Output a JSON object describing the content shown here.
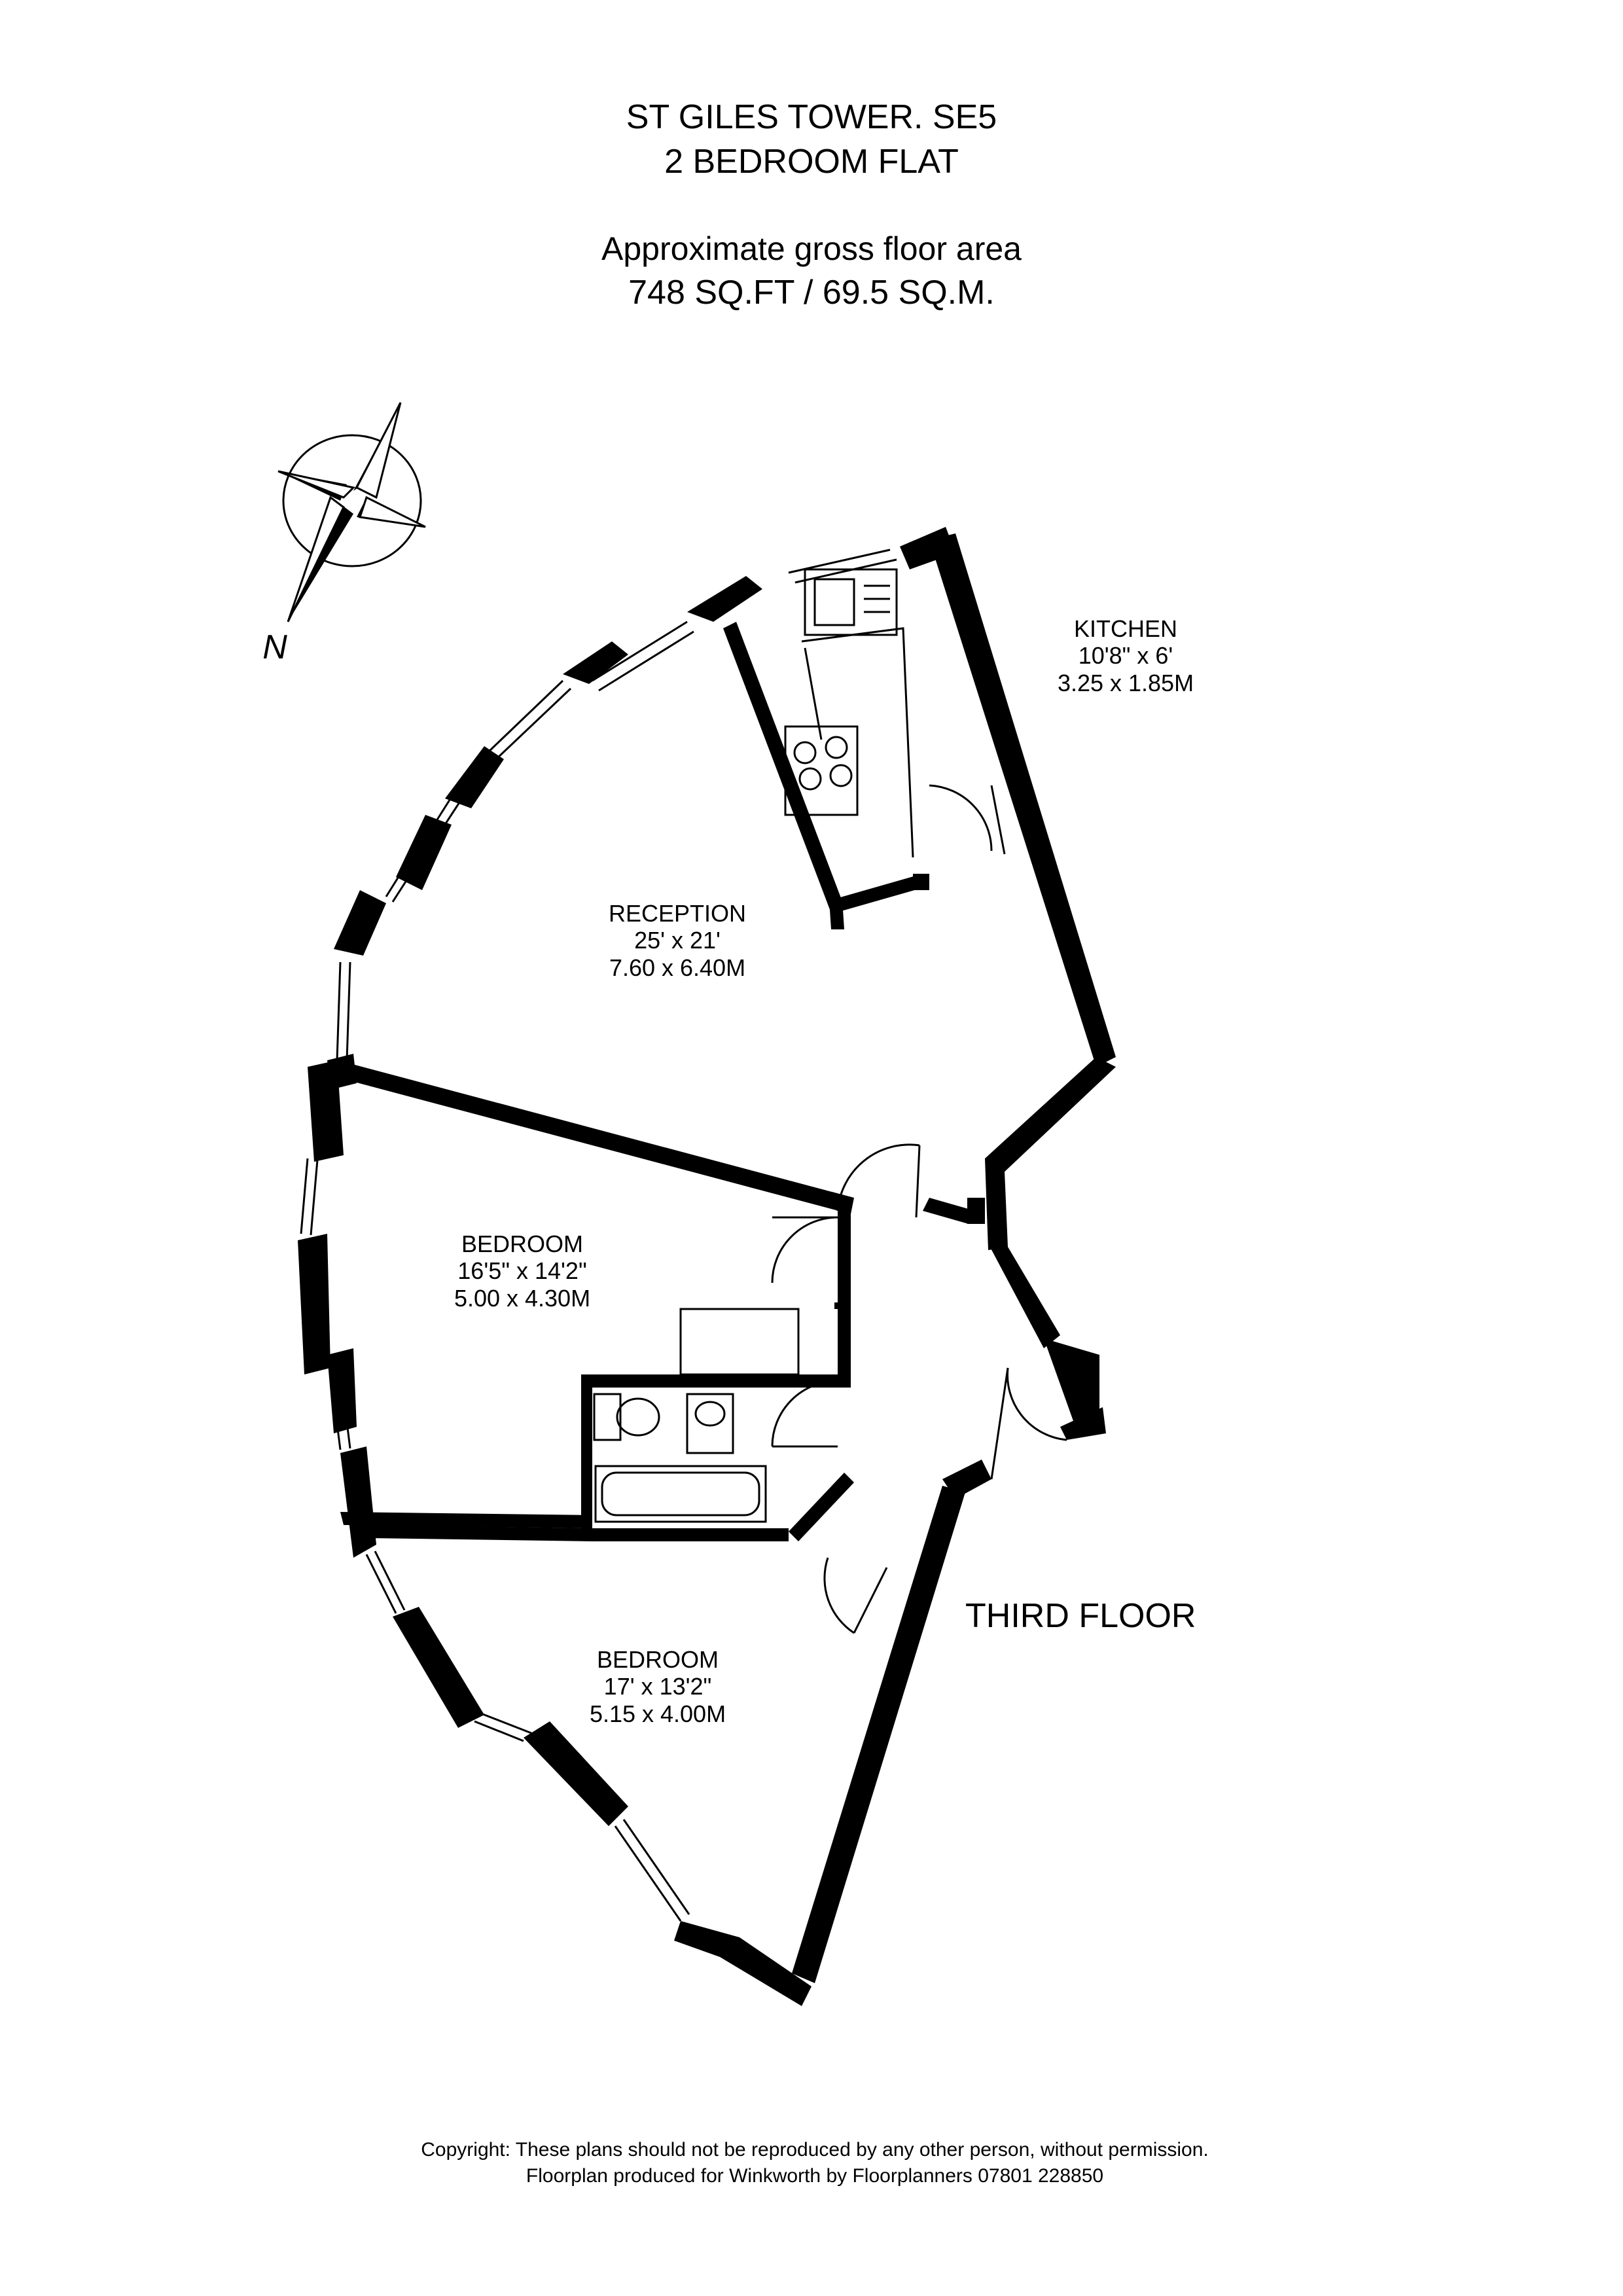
{
  "header": {
    "title_line1": "ST GILES TOWER. SE5",
    "title_line2": "2 BEDROOM FLAT",
    "area_label": "Approximate gross floor area",
    "area_value": "748 SQ.FT / 69.5 SQ.M."
  },
  "compass": {
    "label": "N"
  },
  "rooms": {
    "kitchen": {
      "name": "KITCHEN",
      "imperial": "10'8\" x 6'",
      "metric": "3.25 x 1.85M"
    },
    "reception": {
      "name": "RECEPTION",
      "imperial": "25' x 21'",
      "metric": "7.60 x 6.40M"
    },
    "bedroom1": {
      "name": "BEDROOM",
      "imperial": "16'5\" x 14'2\"",
      "metric": "5.00 x 4.30M"
    },
    "bedroom2": {
      "name": "BEDROOM",
      "imperial": "17' x 13'2\"",
      "metric": "5.15 x 4.00M"
    }
  },
  "floor_label": "THIRD FLOOR",
  "footer": {
    "line1": "Copyright: These plans should not be reproduced by any other person, without permission.",
    "line2": "Floorplan produced for Winkworth by Floorplanners 07801 228850"
  }
}
